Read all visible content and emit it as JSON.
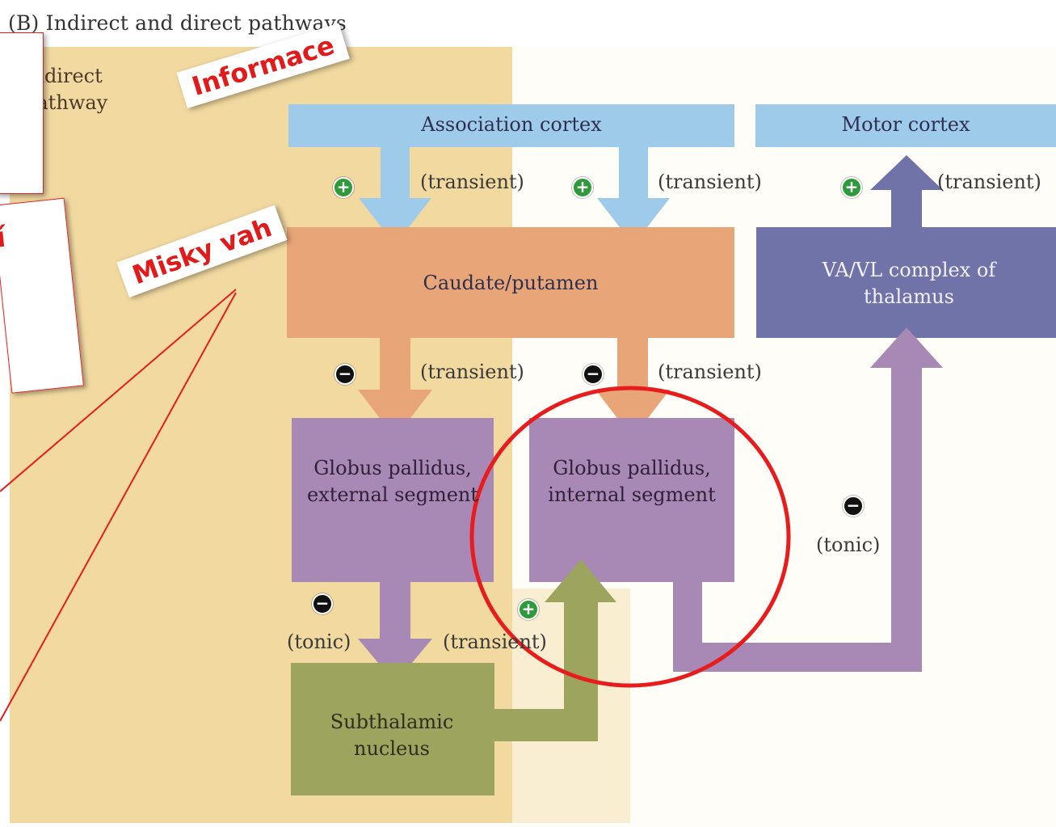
{
  "figure": {
    "title": "(B) Indirect and direct pathways",
    "indirect_label": "Indirect pathway"
  },
  "nodes": {
    "association_cortex": "Association cortex",
    "motor_cortex": "Motor cortex",
    "caudate_putamen": "Caudate/putamen",
    "va_vl_thalamus": "VA/VL complex of thalamus",
    "gp_external": "Globus pallidus, external segment",
    "gp_internal": "Globus pallidus, internal segment",
    "subthalamic": "Subthalamic nucleus"
  },
  "connections": [
    {
      "from": "Association cortex",
      "to": "Caudate/putamen",
      "sign": "+",
      "label": "(transient)"
    },
    {
      "from": "Association cortex",
      "to": "Caudate/putamen",
      "sign": "+",
      "label": "(transient)"
    },
    {
      "from": "VA/VL complex of thalamus",
      "to": "Motor cortex",
      "sign": "+",
      "label": "(transient)"
    },
    {
      "from": "Caudate/putamen",
      "to": "Globus pallidus, external segment",
      "sign": "−",
      "label": "(transient)"
    },
    {
      "from": "Caudate/putamen",
      "to": "Globus pallidus, internal segment",
      "sign": "−",
      "label": "(transient)"
    },
    {
      "from": "Globus pallidus, internal segment",
      "to": "VA/VL complex of thalamus",
      "sign": "−",
      "label": "(tonic)"
    },
    {
      "from": "Globus pallidus, external segment",
      "to": "Subthalamic nucleus",
      "sign": "−",
      "label": "(tonic)"
    },
    {
      "from": "Subthalamic nucleus",
      "to": "Globus pallidus, internal segment",
      "sign": "+",
      "label": "(transient)"
    }
  ],
  "annotations": {
    "tag_informace": "Informace",
    "tag_misky_vah": "Misky vah",
    "cropped_glyph": "í"
  },
  "colors": {
    "indirect_bg": "#f2d9a0",
    "cortex_blue": "#9fcbeb",
    "striatum_orange": "#e8a577",
    "pallidum_purple": "#a888b4",
    "thalamus_blue": "#6f73a8",
    "subthalamic_olive": "#9da45e",
    "annotation_red": "#e11b1b"
  }
}
